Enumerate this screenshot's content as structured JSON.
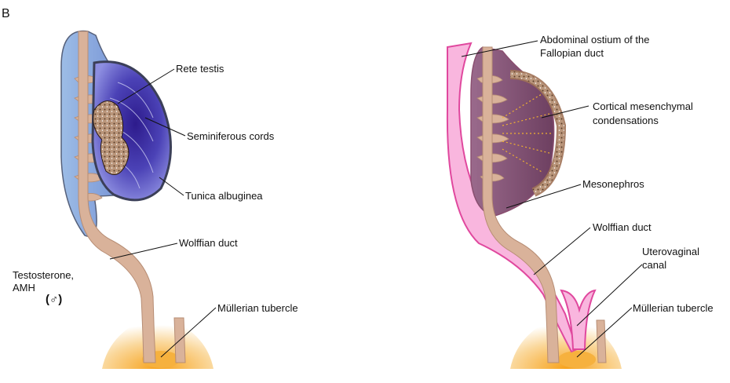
{
  "panel_label": "B",
  "male": {
    "labels": {
      "rete_testis": "Rete testis",
      "seminiferous_cords": "Seminiferous cords",
      "tunica_albuginea": "Tunica albuginea",
      "wolffian_duct": "Wolffian duct",
      "mullerian_tubercle": "Müllerian tubercle",
      "hormones_line1": "Testosterone,",
      "hormones_line2": "AMH",
      "male_symbol": "(♂)"
    }
  },
  "female": {
    "labels": {
      "abdominal_ostium_line1": "Abdominal ostium of the",
      "abdominal_ostium_line2": "Fallopian duct",
      "cortical_line1": "Cortical mesenchymal",
      "cortical_line2": "condensations",
      "mesonephros": "Mesonephros",
      "wolffian_duct": "Wolffian duct",
      "uterovaginal_line1": "Uterovaginal",
      "uterovaginal_line2": "canal",
      "mullerian_tubercle": "Müllerian tubercle"
    }
  },
  "colors": {
    "tan": "#d9b29a",
    "tan_dark": "#b78d74",
    "testis_blue": "#5b55c0",
    "mesonephros_blue": "#7fa3d6",
    "ovary_purple": "#80506e",
    "mullerian_pink": "#f08cc8",
    "sinus_orange": "#f6b64a"
  }
}
